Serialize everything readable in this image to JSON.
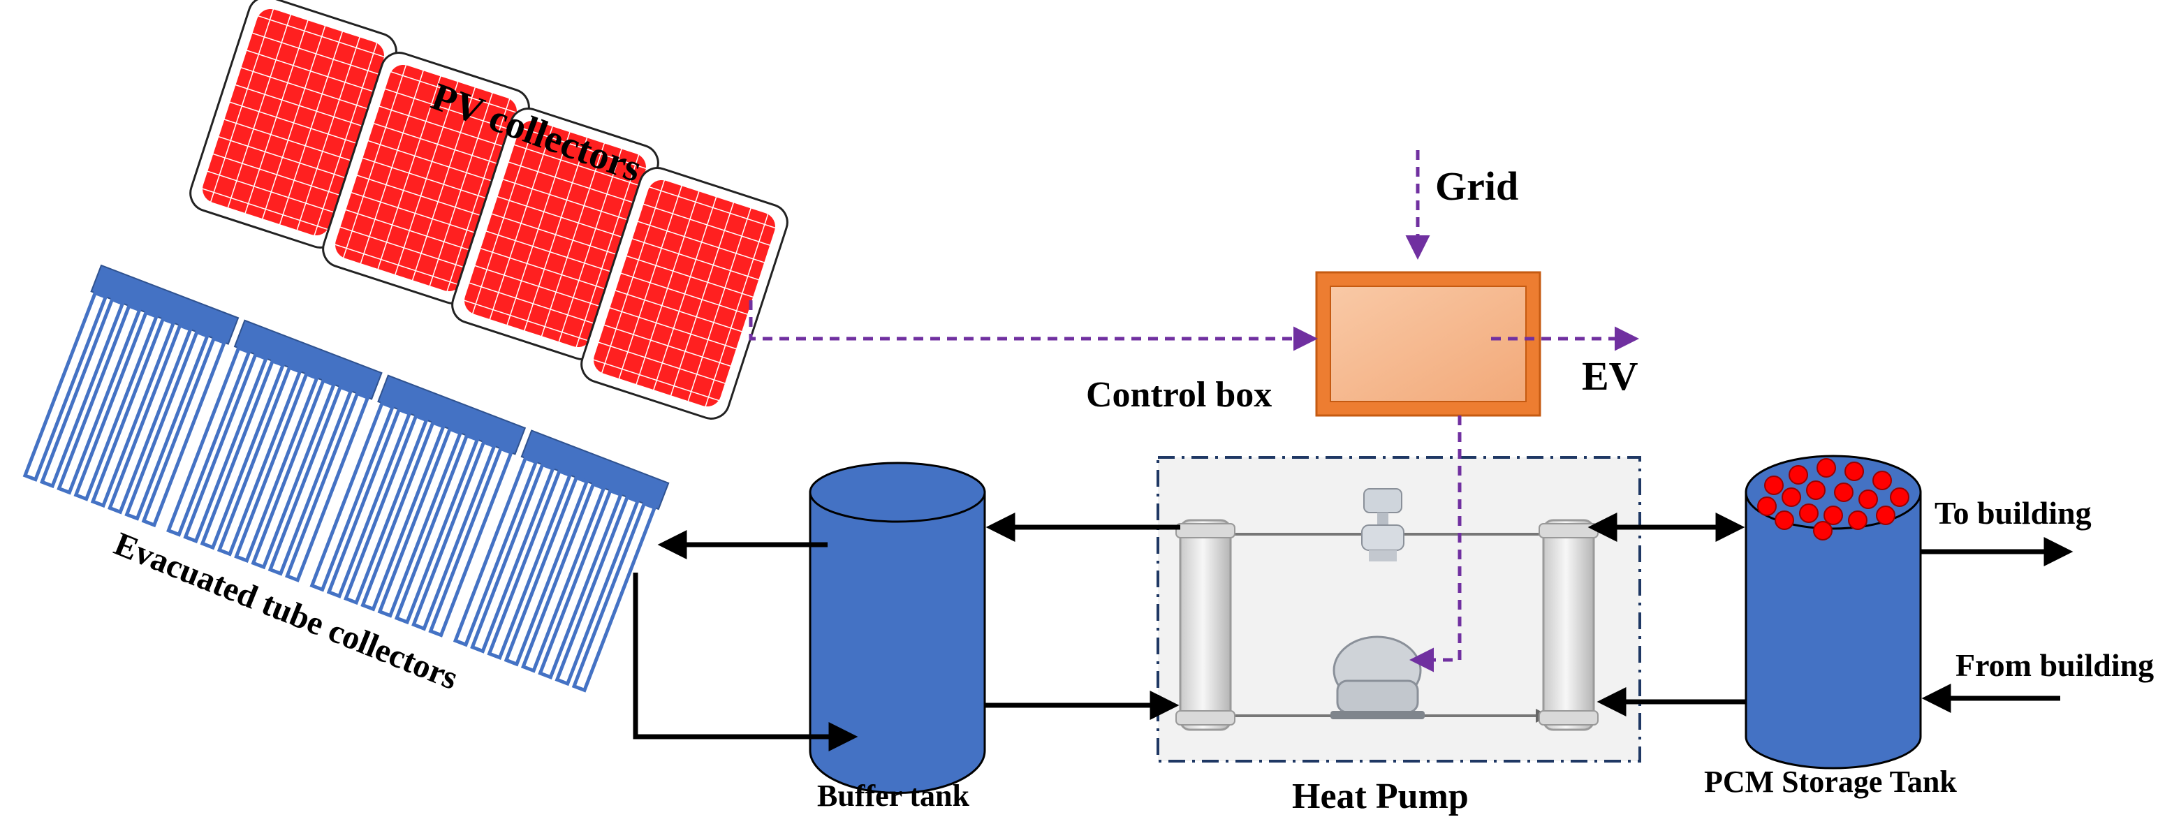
{
  "labels": {
    "pv_collectors": "PV collectors",
    "evacuated_tube_collectors": "Evacuated tube collectors",
    "grid": "Grid",
    "control_box": "Control box",
    "ev": "EV",
    "buffer_tank": "Buffer tank",
    "heat_pump": "Heat Pump",
    "pcm_storage_tank": "PCM Storage Tank",
    "to_building": "To building",
    "from_building": "From building"
  },
  "colors": {
    "pv_panel": "#ff1a1a",
    "tube_collector": "#4472c4",
    "tank_blue": "#4472c4",
    "control_box": "#f4b183",
    "control_box_border": "#ed7d31",
    "electric_line": "#7030a0",
    "pipe": "#000000",
    "heat_pump_frame": "#1f3864",
    "pcm_capsule": "#ff0000"
  }
}
